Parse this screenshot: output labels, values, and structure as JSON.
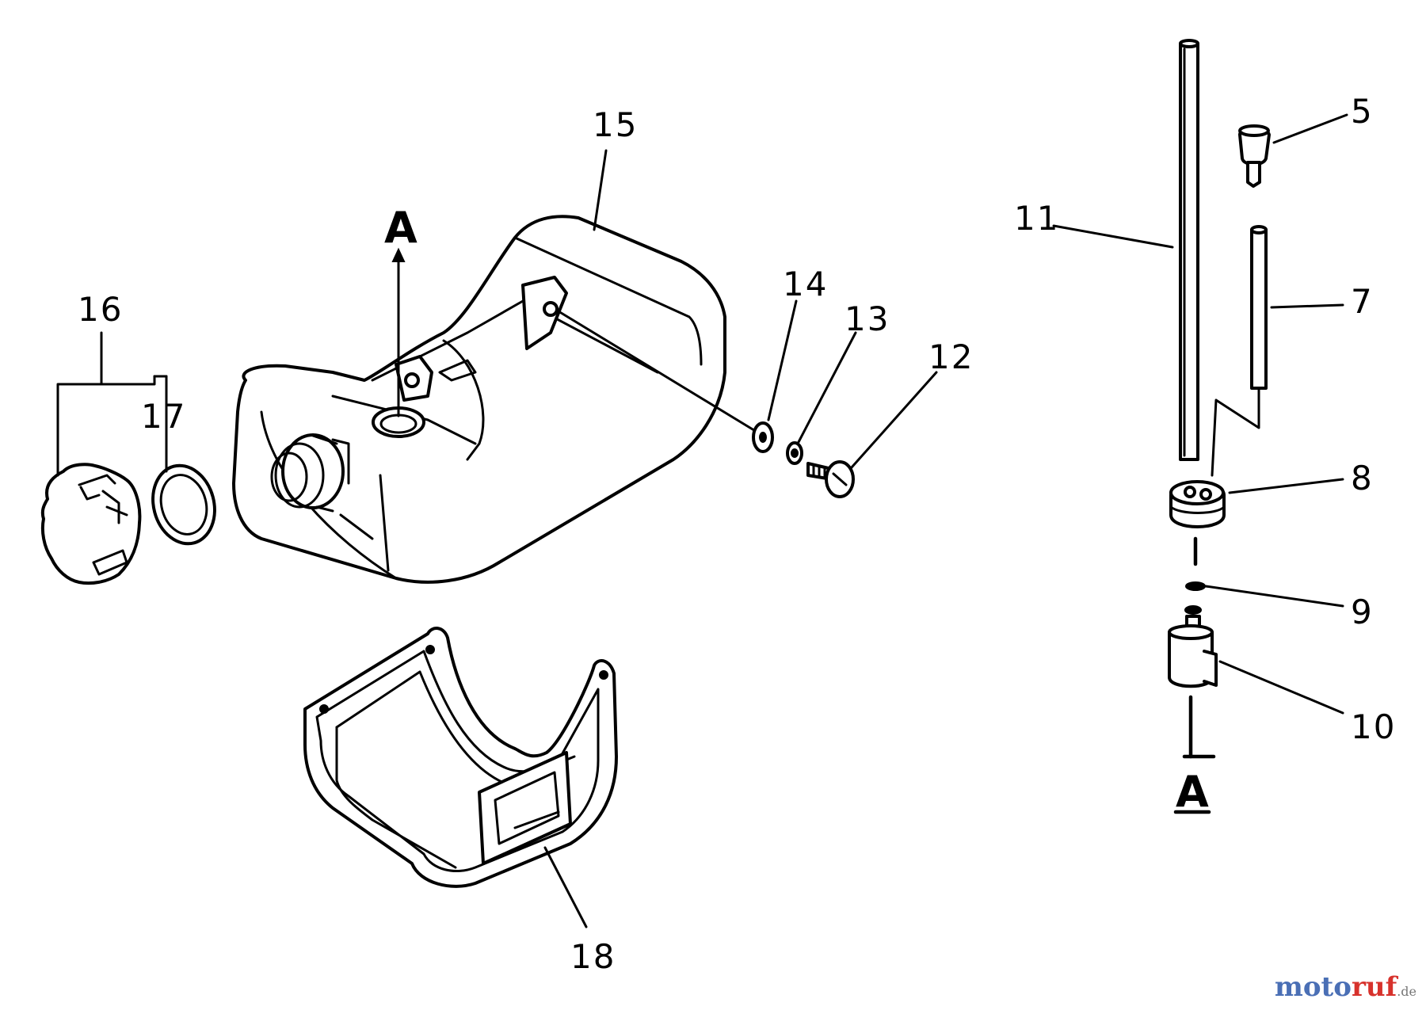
{
  "labels": {
    "p5": "5",
    "p7": "7",
    "p8": "8",
    "p9": "9",
    "p10": "10",
    "p11": "11",
    "p12": "12",
    "p13": "13",
    "p14": "14",
    "p15": "15",
    "p16": "16",
    "p17": "17",
    "p18": "18",
    "ref_a_top": "A",
    "ref_a_bottom": "A"
  },
  "watermark": {
    "part1": "moto",
    "part2": "ruf",
    "part3": ".de"
  },
  "colors": {
    "watermark_blue": "#4a6fb5",
    "watermark_red": "#d7322c"
  }
}
